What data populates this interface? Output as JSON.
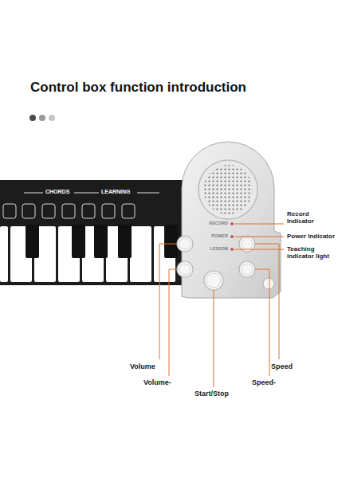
{
  "diagram": {
    "title": "Control box function introduction",
    "labels": [
      "CHORDS",
      "LEARNING",
      "RECORD",
      "POWER",
      "LESSON",
      "Record Indicator",
      "Power Indicator",
      "Teaching indicator light",
      "Volume",
      "Volume-",
      "Start/Stop",
      "Speed",
      "Speed-"
    ]
  }
}
